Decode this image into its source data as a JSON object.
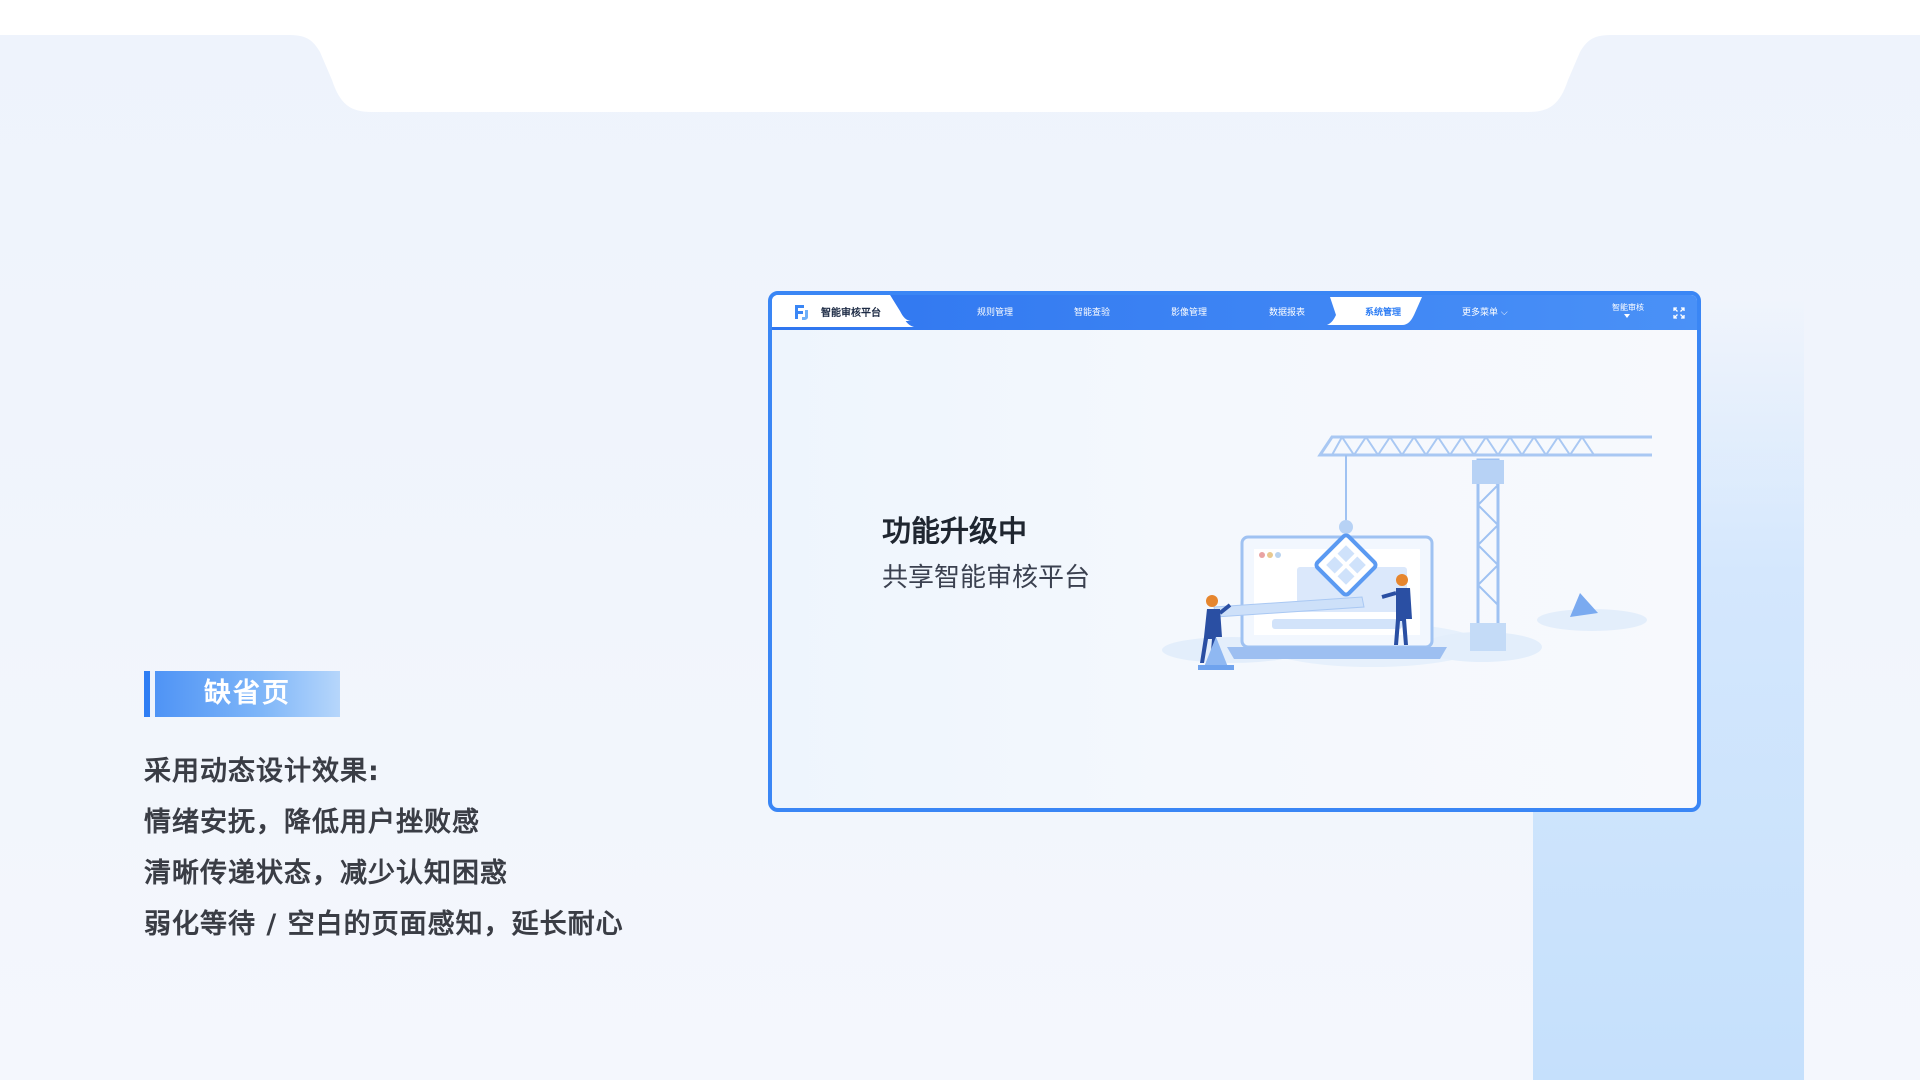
{
  "section": {
    "tag_label": "缺省页",
    "description": [
      "采用动态设计效果:",
      "情绪安抚，降低用户挫败感",
      "清晰传递状态，减少认知困惑",
      "弱化等待 / 空白的页面感知，延长耐心"
    ]
  },
  "mockup": {
    "brand": "智能审核平台",
    "menu": [
      {
        "label": "规则管理",
        "active": false
      },
      {
        "label": "智能查验",
        "active": false
      },
      {
        "label": "影像管理",
        "active": false
      },
      {
        "label": "数据报表",
        "active": false
      },
      {
        "label": "系统管理",
        "active": true
      },
      {
        "label": "更多菜单 ⌵",
        "active": false
      }
    ],
    "user_label": "智能审核",
    "heading": "功能升级中",
    "subheading": "共享智能审核平台",
    "icons": [
      "logo-icon",
      "fullscreen-icon",
      "crane-illustration-icon"
    ]
  },
  "colors": {
    "accent": "#3a86f5",
    "tag_gradient_start": "#4a90f5",
    "text_dark": "#1f2630"
  }
}
